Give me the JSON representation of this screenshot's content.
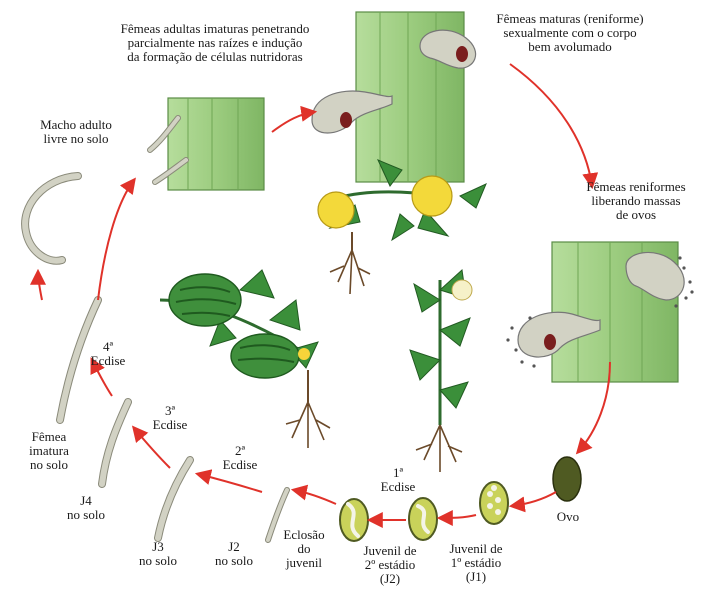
{
  "labels": {
    "adult_females_entering": [
      "Fêmeas adultas imaturas penetrando",
      "parcialmente nas raízes e indução",
      "da formação de células nutridoras"
    ],
    "mature_females": [
      "Fêmeas maturas (reniforme)",
      "sexualmente com o corpo",
      "bem avolumado"
    ],
    "females_eggs": [
      "Fêmeas reniformes",
      "liberando massas",
      "de ovos"
    ],
    "male_adult": [
      "Macho adulto",
      "livre no solo"
    ],
    "egg": "Ovo",
    "j1": [
      "Juvenil de",
      "1º estádio",
      "(J1)"
    ],
    "moult1": [
      "1ª",
      "Ecdise"
    ],
    "j2_stage": [
      "Juvenil de",
      "2º estádio",
      "(J2)"
    ],
    "hatching": [
      "Eclosão",
      "do",
      "juvenil"
    ],
    "j2_soil": [
      "J2",
      "no solo"
    ],
    "moult2": [
      "2ª",
      "Ecdise"
    ],
    "j3_soil": [
      "J3",
      "no solo"
    ],
    "moult3": [
      "3ª",
      "Ecdise"
    ],
    "j4_soil": [
      "J4",
      "no solo"
    ],
    "moult4": [
      "4ª",
      "Ecdise"
    ],
    "immature_female": [
      "Fêmea",
      "imatura",
      "no solo"
    ]
  },
  "colors": {
    "arrow": "#e0322a",
    "root_green": "#9ccc7f",
    "root_stripe": "#6fa654",
    "nematode": "#d2d2c4",
    "egg_dark": "#4f5a22",
    "melon_yellow": "#f3d93a",
    "watermelon": "#3f8f3c",
    "leaf": "#3b8f3a"
  }
}
